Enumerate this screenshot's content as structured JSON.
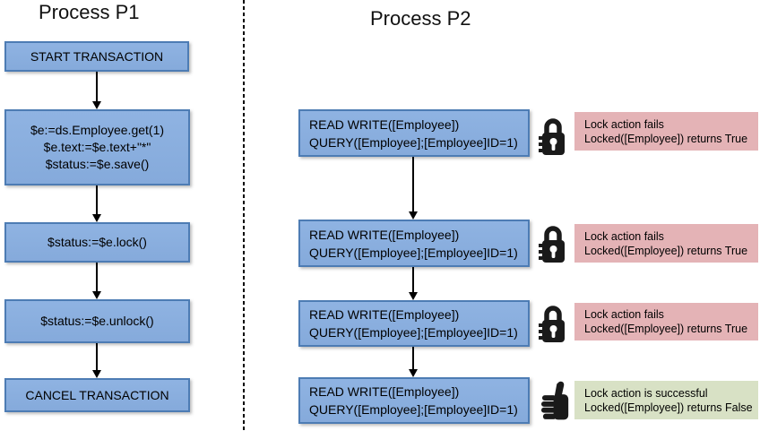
{
  "diagram": {
    "p1": {
      "title": "Process P1",
      "boxes": [
        {
          "name": "start-transaction",
          "lines": [
            "START TRANSACTION"
          ]
        },
        {
          "name": "get-and-save-employee",
          "lines": [
            "$e:=ds.Employee.get(1)",
            "$e.text:=$e.text+\"*\"",
            "$status:=$e.save()"
          ]
        },
        {
          "name": "lock-record",
          "lines": [
            "$status:=$e.lock()"
          ]
        },
        {
          "name": "unlock-record",
          "lines": [
            "$status:=$e.unlock()"
          ]
        },
        {
          "name": "cancel-transaction",
          "lines": [
            "CANCEL TRANSACTION"
          ]
        }
      ]
    },
    "p2": {
      "title": "Process P2",
      "boxes": [
        {
          "name": "read-write-query-1",
          "lines": [
            "READ WRITE([Employee])",
            "QUERY([Employee];[Employee]ID=1)"
          ]
        },
        {
          "name": "read-write-query-2",
          "lines": [
            "READ WRITE([Employee])",
            "QUERY([Employee];[Employee]ID=1)"
          ]
        },
        {
          "name": "read-write-query-3",
          "lines": [
            "READ WRITE([Employee])",
            "QUERY([Employee];[Employee]ID=1)"
          ]
        },
        {
          "name": "read-write-query-4",
          "lines": [
            "READ WRITE([Employee])",
            "QUERY([Employee];[Employee]ID=1)"
          ]
        }
      ],
      "annotations": [
        {
          "icon": "lock-icon",
          "status": "fail",
          "lines": [
            "Lock action fails",
            "Locked([Employee]) returns True"
          ]
        },
        {
          "icon": "lock-icon",
          "status": "fail",
          "lines": [
            "Lock action fails",
            "Locked([Employee]) returns True"
          ]
        },
        {
          "icon": "lock-icon",
          "status": "fail",
          "lines": [
            "Lock action fails",
            "Locked([Employee]) returns True"
          ]
        },
        {
          "icon": "thumbs-up-icon",
          "status": "success",
          "lines": [
            "Lock action is successful",
            "Locked([Employee]) returns False"
          ]
        }
      ]
    }
  },
  "colors": {
    "box_fill": "#85aadb",
    "box_fill_light": "#8fb3e2",
    "box_border": "#4d7cb4",
    "fail_bg": "#e4b3b6",
    "success_bg": "#d8e1c5",
    "icon": "#1a1a1a",
    "arrow": "#000000"
  }
}
